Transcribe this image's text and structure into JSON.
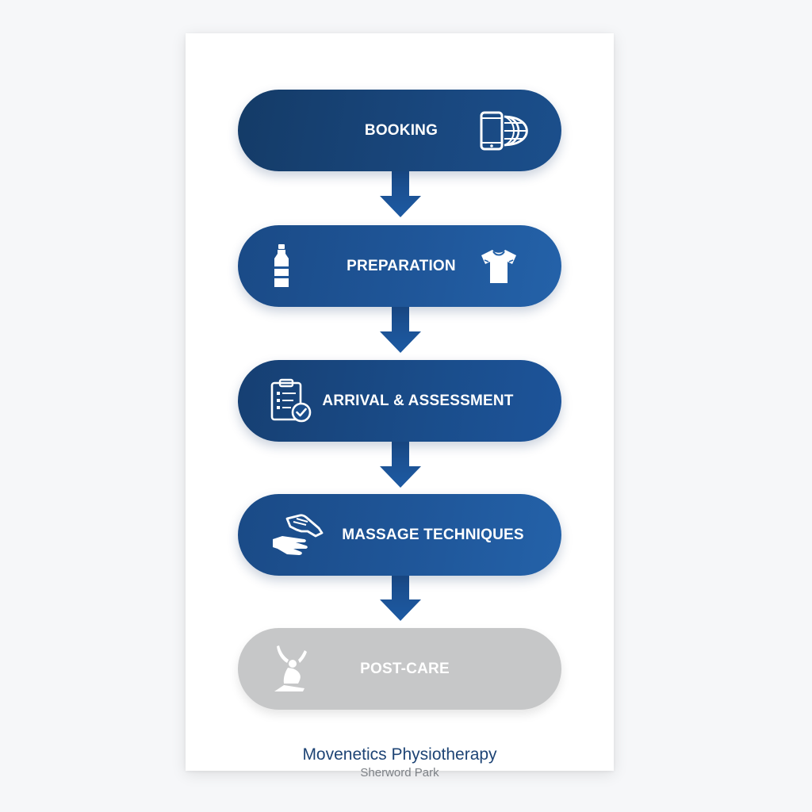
{
  "colors": {
    "step_dark": "#173f6f",
    "step_mid": "#1f5597",
    "step_inactive": "#c6c7c8",
    "arrow": "#1f5fa8",
    "icon": "#ffffff"
  },
  "steps": [
    {
      "label": "BOOKING",
      "icons": [
        "smartphone-icon",
        "globe-icon"
      ],
      "state": "active"
    },
    {
      "label": "PREPARATION",
      "icons": [
        "water-bottle-icon",
        "t-shirt-icon"
      ],
      "state": "active"
    },
    {
      "label": "ARRIVAL & ASSESSMENT",
      "icons": [
        "clipboard-check-icon"
      ],
      "state": "active"
    },
    {
      "label": "MASSAGE TECHNIQUES",
      "icons": [
        "hands-icon"
      ],
      "state": "active"
    },
    {
      "label": "POST-CARE",
      "icons": [
        "stretching-figure-icon"
      ],
      "state": "inactive"
    }
  ],
  "footer": {
    "title": "Movenetics Physiotherapy",
    "subtitle": "Sherword Park"
  }
}
